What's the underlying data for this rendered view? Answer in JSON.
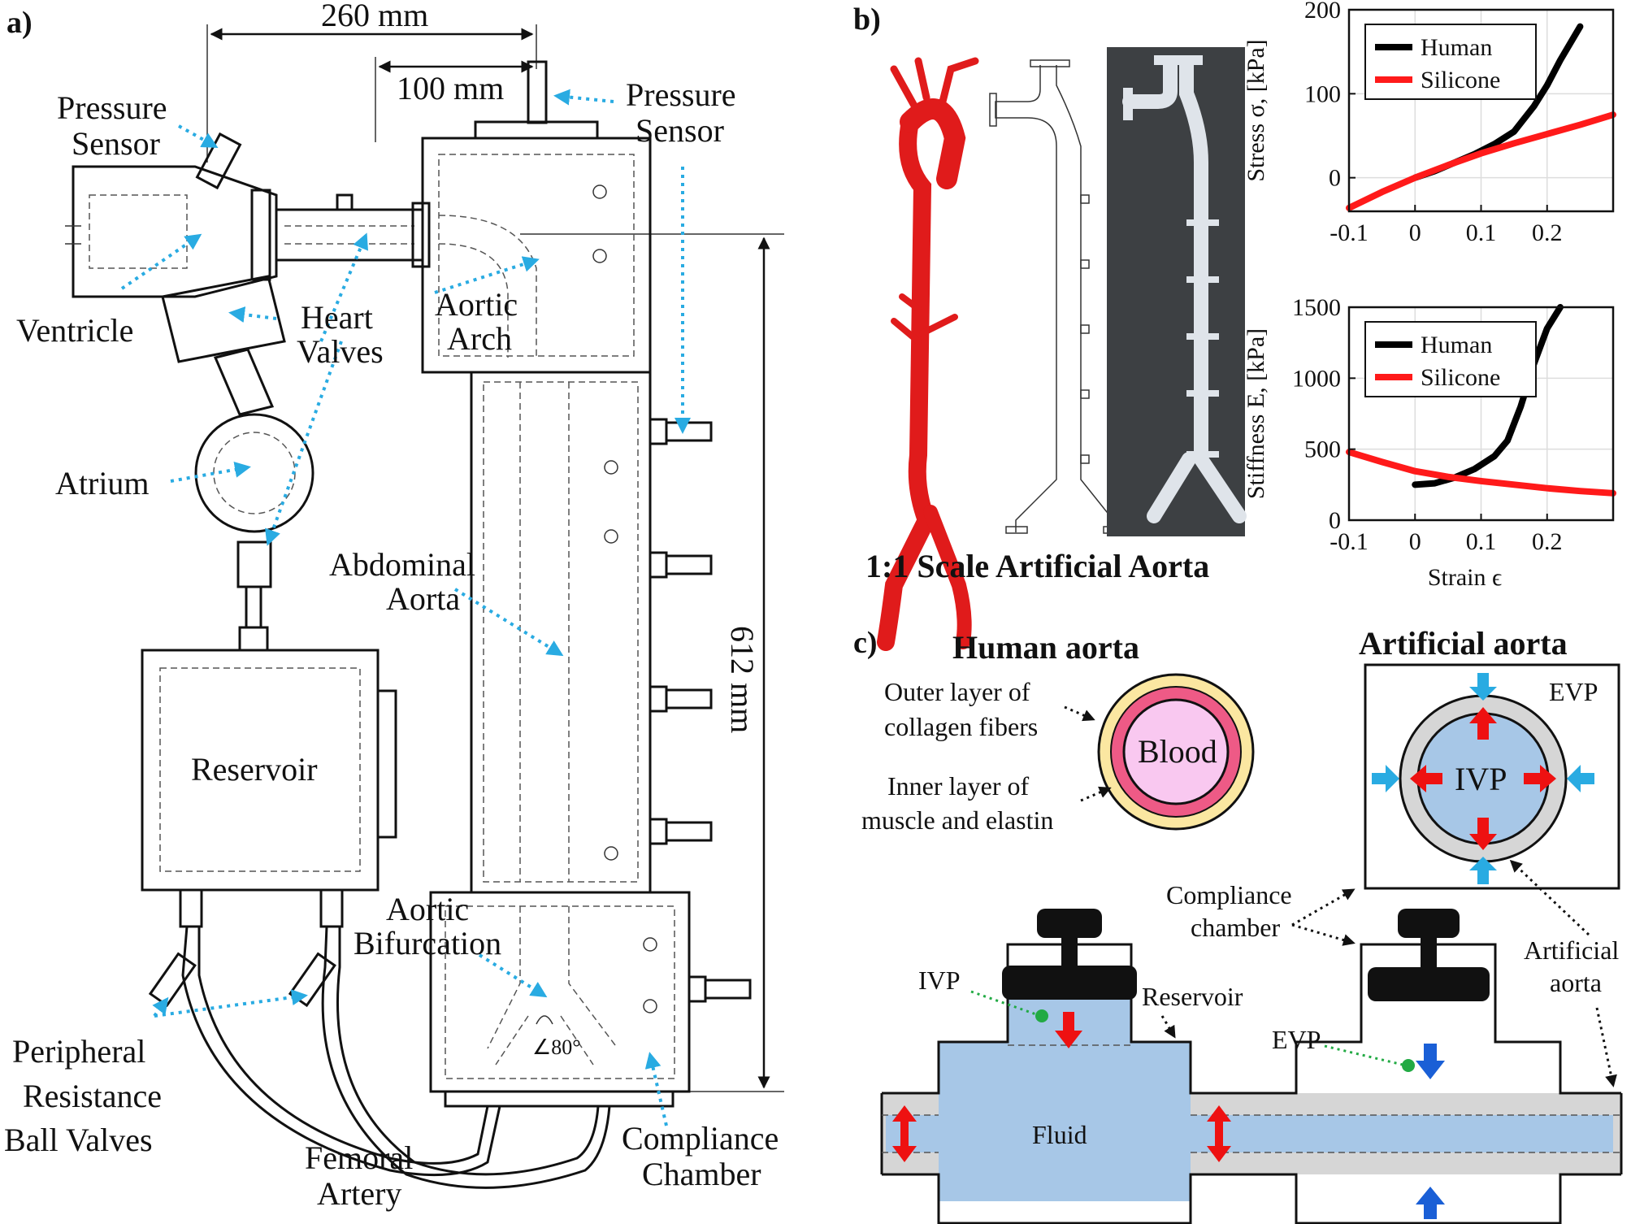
{
  "panels": {
    "a": "a)",
    "b": "b)",
    "c": "c)"
  },
  "panel_a": {
    "dim_260": "260 mm",
    "dim_100": "100 mm",
    "dim_612": "612 mm",
    "angle": "∠80°",
    "labels": {
      "pressure_sensor_left": [
        "Pressure",
        "Sensor"
      ],
      "pressure_sensor_right": [
        "Pressure",
        "Sensor"
      ],
      "ventricle": "Ventricle",
      "heart_valves": [
        "Heart",
        "Valves"
      ],
      "aortic_arch": [
        "Aortic",
        "Arch"
      ],
      "atrium": "Atrium",
      "abdominal_aorta": [
        "Abdominal",
        "Aorta"
      ],
      "reservoir": "Reservoir",
      "aortic_bifurcation": [
        "Aortic",
        "Bifurcation"
      ],
      "peripheral": [
        "Peripheral",
        "Resistance",
        "Ball Valves"
      ],
      "femoral": [
        "Femoral",
        "Artery"
      ],
      "compliance": [
        "Compliance",
        "Chamber"
      ]
    }
  },
  "panel_b": {
    "caption": "1:1 Scale Artificial Aorta"
  },
  "chart_data": [
    {
      "type": "line",
      "ylabel": "Stress σ, [kPa]",
      "xlabel": "",
      "xlim": [
        -0.1,
        0.3
      ],
      "ylim": [
        -40,
        200
      ],
      "xticks": [
        -0.1,
        0,
        0.1,
        0.2
      ],
      "xtick_labels": [
        "-0.1",
        "0",
        "0.1",
        "0.2"
      ],
      "yticks": [
        0,
        100,
        200
      ],
      "ytick_labels": [
        "0",
        "100",
        "200"
      ],
      "grid": true,
      "legend": "top-left",
      "series": [
        {
          "name": "Human",
          "color": "#000000",
          "x": [
            0,
            0.03,
            0.06,
            0.09,
            0.12,
            0.15,
            0.18,
            0.2,
            0.22,
            0.25
          ],
          "y": [
            0,
            8,
            18,
            28,
            40,
            55,
            85,
            110,
            140,
            180
          ]
        },
        {
          "name": "Silicone",
          "color": "#ff1a1a",
          "x": [
            -0.1,
            -0.05,
            0,
            0.05,
            0.1,
            0.15,
            0.2,
            0.25,
            0.3
          ],
          "y": [
            -36,
            -17,
            0,
            15,
            29,
            41,
            52,
            63,
            75
          ]
        }
      ]
    },
    {
      "type": "line",
      "ylabel": "Stiffness E, [kPa]",
      "xlabel": "Strain ϵ",
      "xlim": [
        -0.1,
        0.3
      ],
      "ylim": [
        0,
        1500
      ],
      "xticks": [
        -0.1,
        0,
        0.1,
        0.2
      ],
      "xtick_labels": [
        "-0.1",
        "0",
        "0.1",
        "0.2"
      ],
      "yticks": [
        0,
        500,
        1000,
        1500
      ],
      "ytick_labels": [
        "0",
        "500",
        "1000",
        "1500"
      ],
      "grid": true,
      "legend": "top-left",
      "series": [
        {
          "name": "Human",
          "color": "#000000",
          "x": [
            0,
            0.03,
            0.06,
            0.09,
            0.12,
            0.14,
            0.16,
            0.18,
            0.2,
            0.22
          ],
          "y": [
            250,
            260,
            300,
            360,
            450,
            560,
            800,
            1100,
            1350,
            1500
          ]
        },
        {
          "name": "Silicone",
          "color": "#ff1a1a",
          "x": [
            -0.1,
            -0.05,
            0,
            0.05,
            0.1,
            0.15,
            0.2,
            0.25,
            0.3
          ],
          "y": [
            480,
            410,
            345,
            305,
            275,
            250,
            225,
            205,
            190
          ]
        }
      ]
    }
  ],
  "panel_c": {
    "human_title": "Human aorta",
    "artificial_title": "Artificial aorta",
    "blood": "Blood",
    "outer_layer": [
      "Outer layer of",
      "collagen fibers"
    ],
    "inner_layer": [
      "Inner layer of",
      "muscle and elastin"
    ],
    "evp": "EVP",
    "ivp": "IVP",
    "compliance_chamber": [
      "Compliance",
      "chamber"
    ],
    "artificial_aorta": [
      "Artificial",
      "aorta"
    ],
    "reservoir": "Reservoir",
    "fluid": "Fluid",
    "ivp_label": "IVP",
    "evp_label": "EVP",
    "colors": {
      "fluid": "#a7c7e7",
      "outer_ring": "#fbe7a1",
      "inner_ring": "#ee5a86",
      "blood": "#f9c8f0",
      "tube": "#d6d6d6",
      "arrow_red": "#ee1111",
      "arrow_blue": "#29abe2"
    }
  }
}
